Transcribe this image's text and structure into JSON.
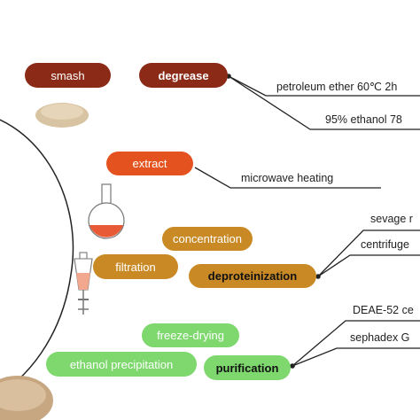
{
  "steps": {
    "smash": "smash",
    "degrease": "degrease",
    "extract": "extract",
    "concentration": "concentration",
    "filtration": "filtration",
    "deproteinization": "deproteinization",
    "freeze_drying": "freeze-drying",
    "ethanol_precipitation": "ethanol precipitation",
    "purification": "purification"
  },
  "notes": {
    "degrease_1": "petroleum ether  60℃ 2h",
    "degrease_2": "95% ethanol  78",
    "extract_1": "microwave heating",
    "deproteinization_1": "sevage r",
    "deproteinization_2": "centrifuge",
    "purification_1": "DEAE-52 ce",
    "purification_2": "sephadex G"
  },
  "colors": {
    "brown": "#8b2a17",
    "orange": "#e4531f",
    "gold": "#c98a26",
    "green": "#7ed86e"
  }
}
